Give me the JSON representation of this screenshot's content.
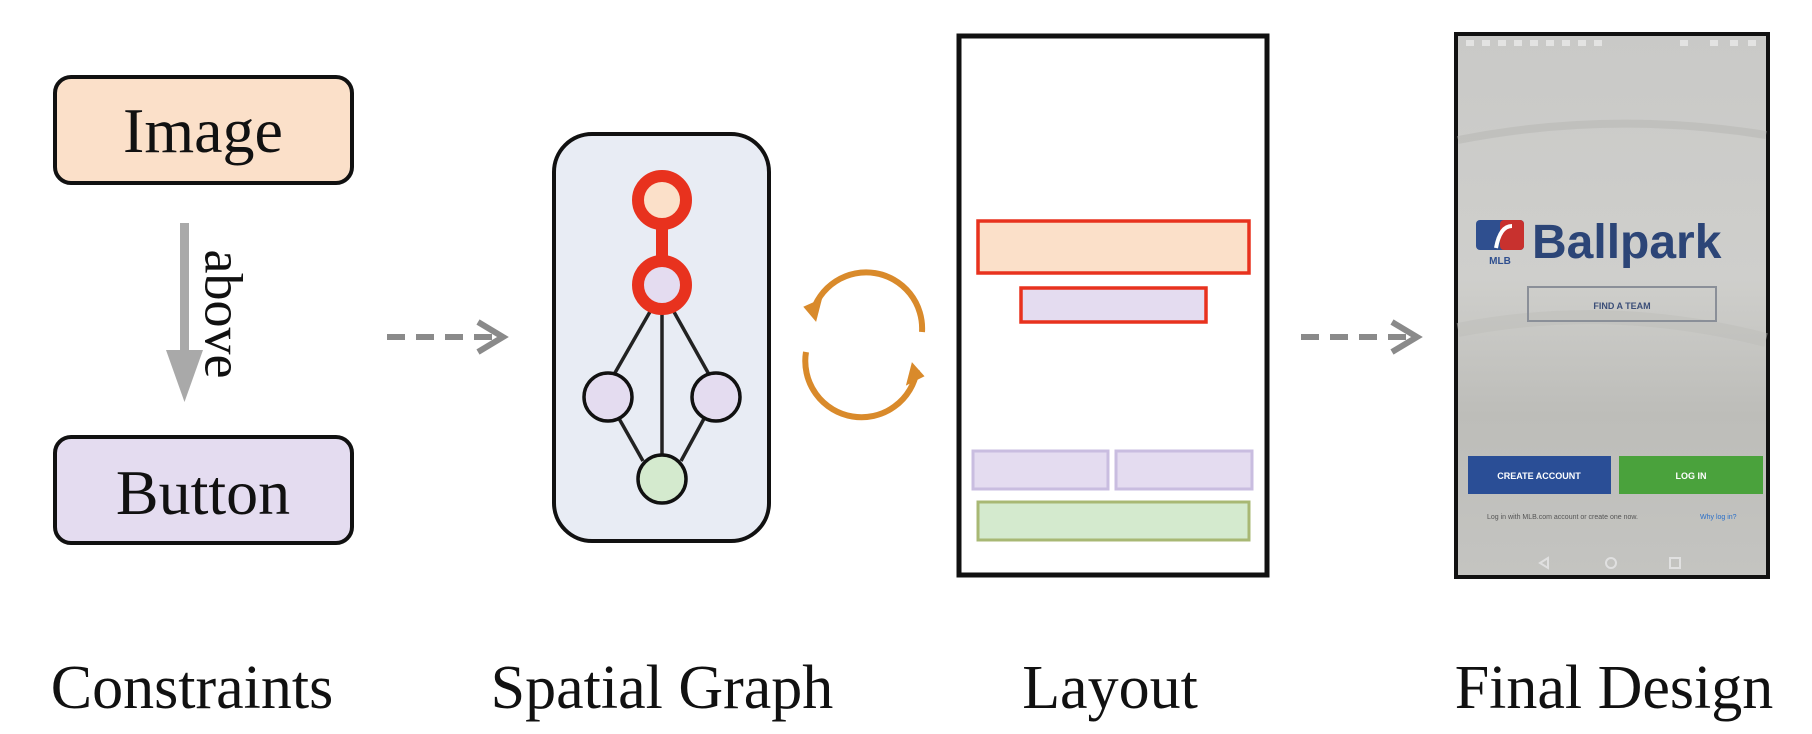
{
  "constraints": {
    "image_label": "Image",
    "relation_label": "above",
    "button_label": "Button",
    "caption": "Constraints"
  },
  "graph": {
    "caption": "Spatial Graph"
  },
  "layout": {
    "caption": "Layout"
  },
  "final_design": {
    "caption": "Final Design",
    "brand_text": "Ballpark",
    "logo_text": "MLB",
    "find_team_label": "FIND A TEAM",
    "create_account_label": "CREATE ACCOUNT",
    "login_label": "LOG IN",
    "footer_line1": "Log in with MLB.com account or create one now.",
    "footer_link": "Why log in?"
  },
  "colors": {
    "image_fill": "#fbe0c9",
    "button_fill": "#e4dcf0",
    "green_fill": "#d4eace",
    "highlight": "#e8321e",
    "graph_panel": "#e8ecf4",
    "cycle_arrow": "#d98a2b",
    "arrow_gray": "#8a8a8a",
    "create_blue": "#2a4e96",
    "login_green": "#4aa23c"
  }
}
